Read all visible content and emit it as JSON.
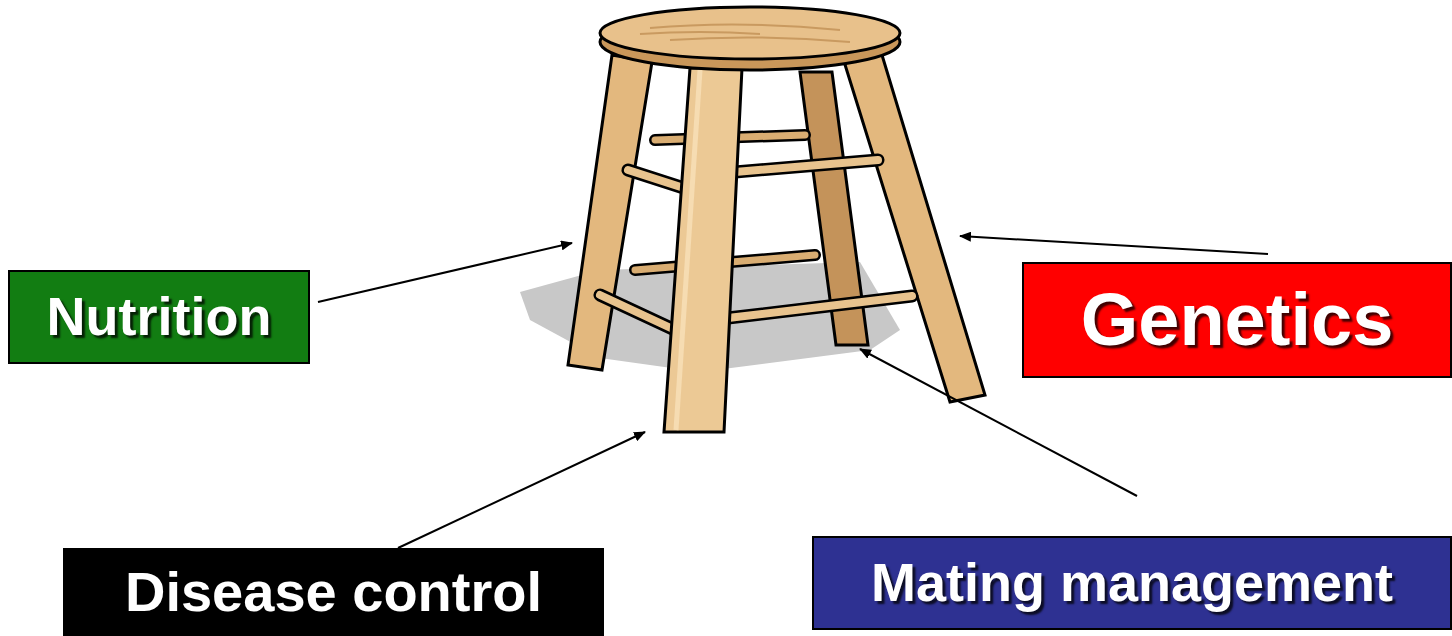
{
  "diagram": {
    "nodes": [
      {
        "text": [
          "Nutrition"
        ]
      },
      {
        "text": [
          "Genetics"
        ]
      },
      {
        "text": [
          "Disease control"
        ]
      },
      {
        "text": [
          "Mating management"
        ]
      }
    ]
  }
}
